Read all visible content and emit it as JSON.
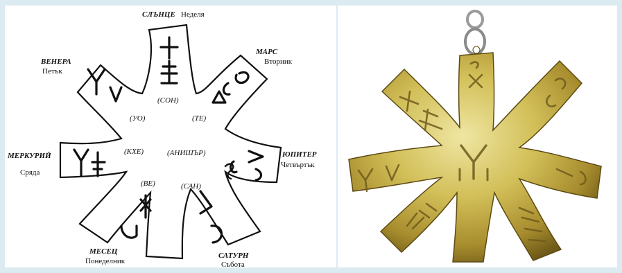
{
  "diagram": {
    "planets": [
      {
        "name": "СЛЪНЦЕ",
        "day": "Неделя"
      },
      {
        "name": "МАРС",
        "day": "Вторник"
      },
      {
        "name": "ЮПИТЕР",
        "day": "Четвъртък"
      },
      {
        "name": "САТУРН",
        "day": "Събота"
      },
      {
        "name": "МЕСЕЦ",
        "day": "Понеделник"
      },
      {
        "name": "МЕРКУРИЙ",
        "day": "Сряда"
      },
      {
        "name": "ВЕНЕРА",
        "day": "Петък"
      }
    ],
    "syllables": {
      "son": "(СОН)",
      "te": "(ТЕ)",
      "anishar": "(АНИШЪР)",
      "san": "(САН)",
      "ve": "(ВЕ)",
      "khe": "(КХЕ)",
      "uo": "(УО)"
    }
  },
  "colors": {
    "background": "#dcebf2",
    "ink": "#111111",
    "brass_light": "#e7dc8c",
    "brass_mid": "#c9b54a",
    "brass_dark": "#7d6a1e"
  },
  "icons": [
    "star-outline-icon",
    "brass-pendant-icon",
    "ring-loop-icon"
  ]
}
